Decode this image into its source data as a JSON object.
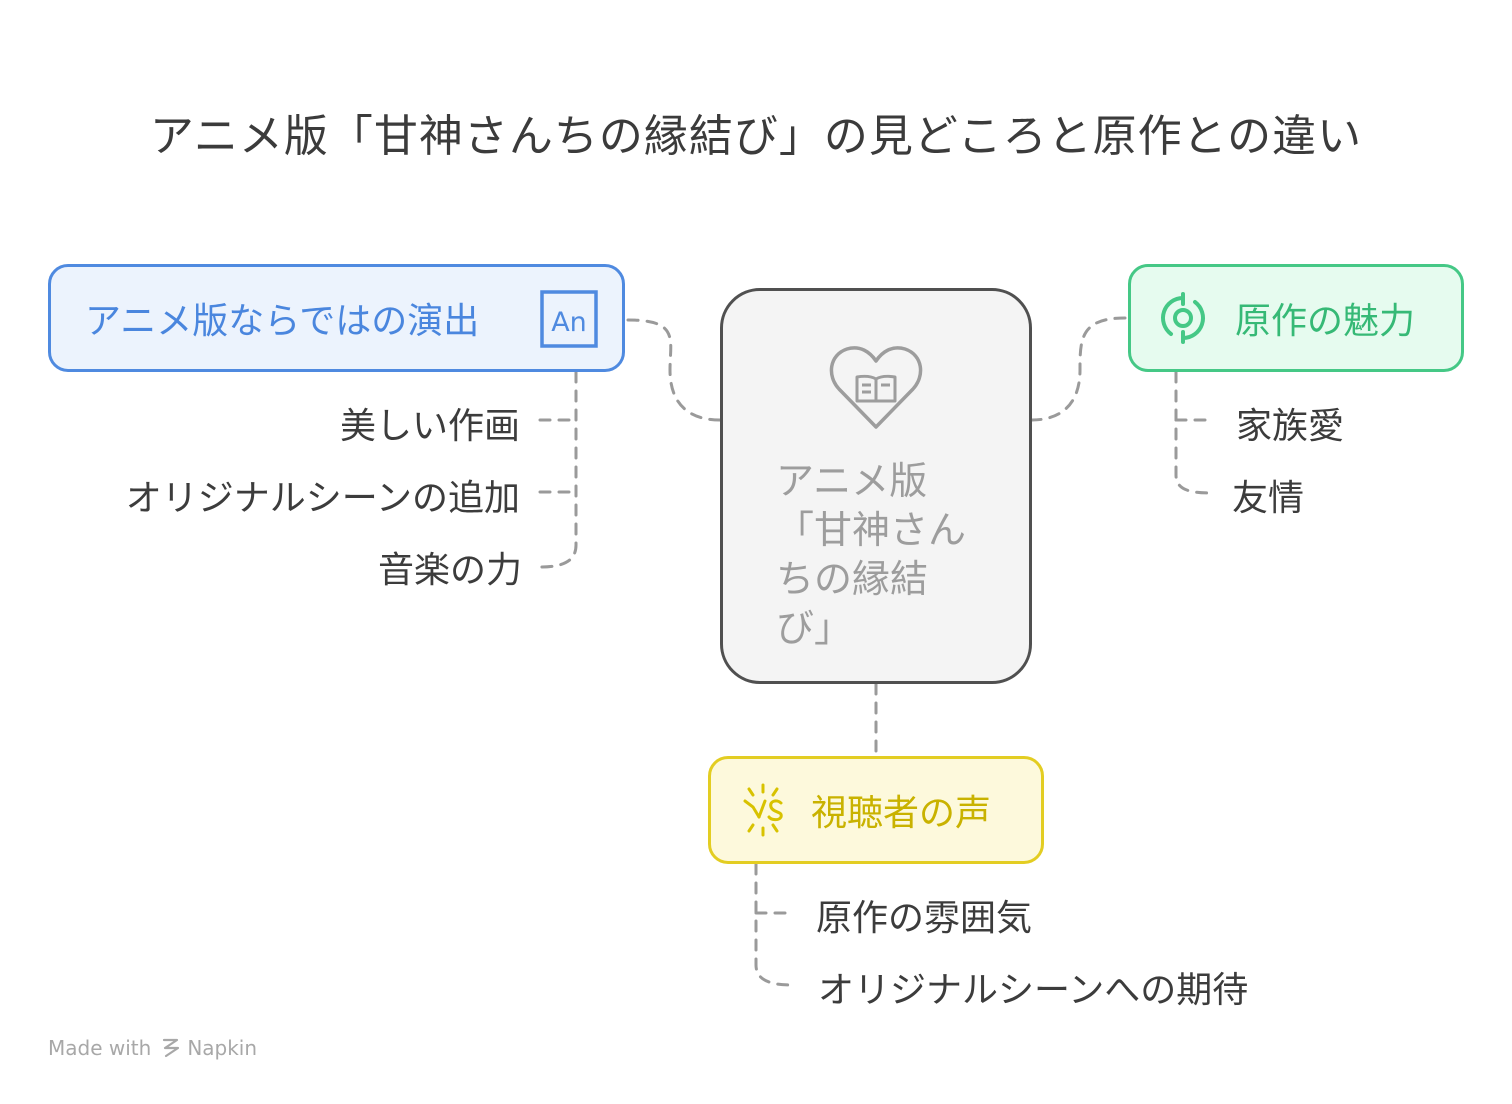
{
  "title": "アニメ版「甘神さんちの縁結び」の見どころと原作との違い",
  "center": {
    "label": "アニメ版「甘神さんちの縁結び」",
    "icon": "heart-book-icon"
  },
  "branches": {
    "anime_direction": {
      "label": "アニメ版ならではの演出",
      "icon": "An",
      "color": "#4f8ae0",
      "items": [
        "美しい作画",
        "オリジナルシーンの追加",
        "音楽の力"
      ]
    },
    "original_appeal": {
      "label": "原作の魅力",
      "icon": "target-cycle-icon",
      "color": "#45c886",
      "items": [
        "家族愛",
        "友情"
      ]
    },
    "viewer_voice": {
      "label": "視聴者の声",
      "icon": "vs-icon",
      "color": "#e3cd22",
      "items": [
        "原作の雰囲気",
        "オリジナルシーンへの期待"
      ]
    }
  },
  "footer": {
    "made_with": "Made with",
    "brand": "Napkin"
  }
}
